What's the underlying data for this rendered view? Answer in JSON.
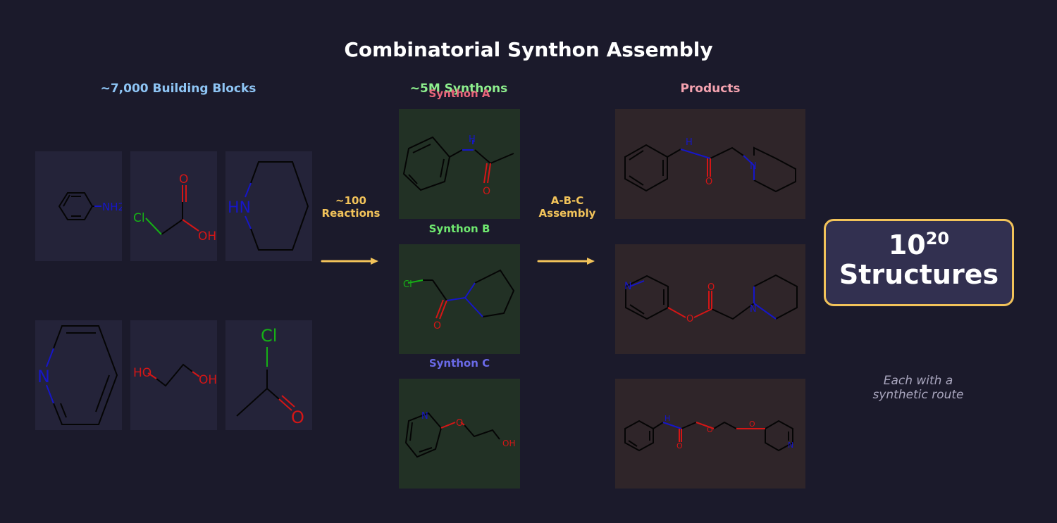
{
  "title": "Combinatorial Synthon Assembly",
  "columns": {
    "building_blocks": "~7,000 Building Blocks",
    "synthons": "~5M Synthons",
    "products": "Products"
  },
  "steps": {
    "reactions_line1": "~100",
    "reactions_line2": "Reactions",
    "assembly_line1": "A-B-C",
    "assembly_line2": "Assembly"
  },
  "synthon_labels": {
    "a": "Synthon A",
    "b": "Synthon B",
    "c": "Synthon C"
  },
  "atoms": {
    "nh2": "NH2",
    "cl": "Cl",
    "o": "O",
    "oh": "OH",
    "ho": "HO",
    "hn": "HN",
    "n": "N",
    "h": "H"
  },
  "result": {
    "base": "10",
    "exponent": "20",
    "word": "Structures",
    "note_line1": "Each with a",
    "note_line2": "synthetic route"
  },
  "colors": {
    "background": "#1b1a2b",
    "building_blocks_header": "#8ec5f5",
    "synthons_header": "#8ef08e",
    "products_header": "#f5a3b0",
    "synthon_a": "#e8657a",
    "synthon_b": "#6fe86f",
    "synthon_c": "#6a6ae8",
    "accent": "#f2c35a",
    "nitrogen": "#1616c8",
    "oxygen": "#d41616",
    "chlorine": "#16b016",
    "bond": "#050505"
  }
}
